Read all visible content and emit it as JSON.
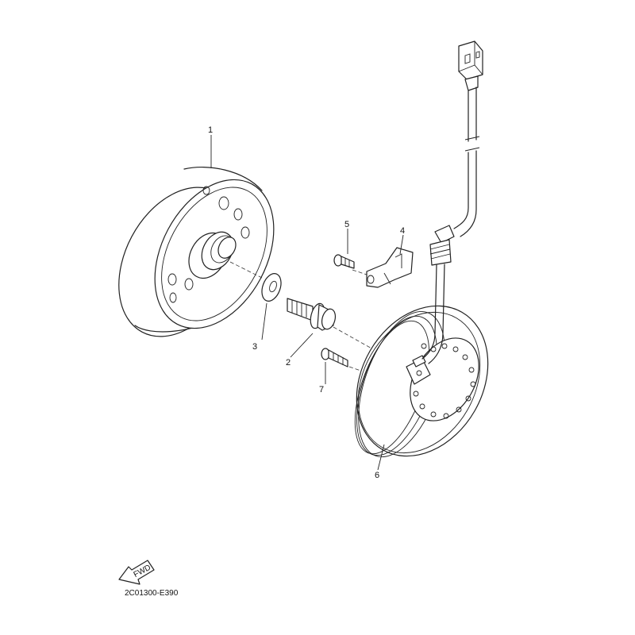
{
  "callouts": [
    {
      "id": "1",
      "label": "1"
    },
    {
      "id": "2",
      "label": "2"
    },
    {
      "id": "3",
      "label": "3"
    },
    {
      "id": "4",
      "label": "4"
    },
    {
      "id": "5",
      "label": "5"
    },
    {
      "id": "6",
      "label": "6"
    },
    {
      "id": "7",
      "label": "7"
    }
  ],
  "fwd_label": "FWD",
  "diagram_code": "2C01300-E390"
}
